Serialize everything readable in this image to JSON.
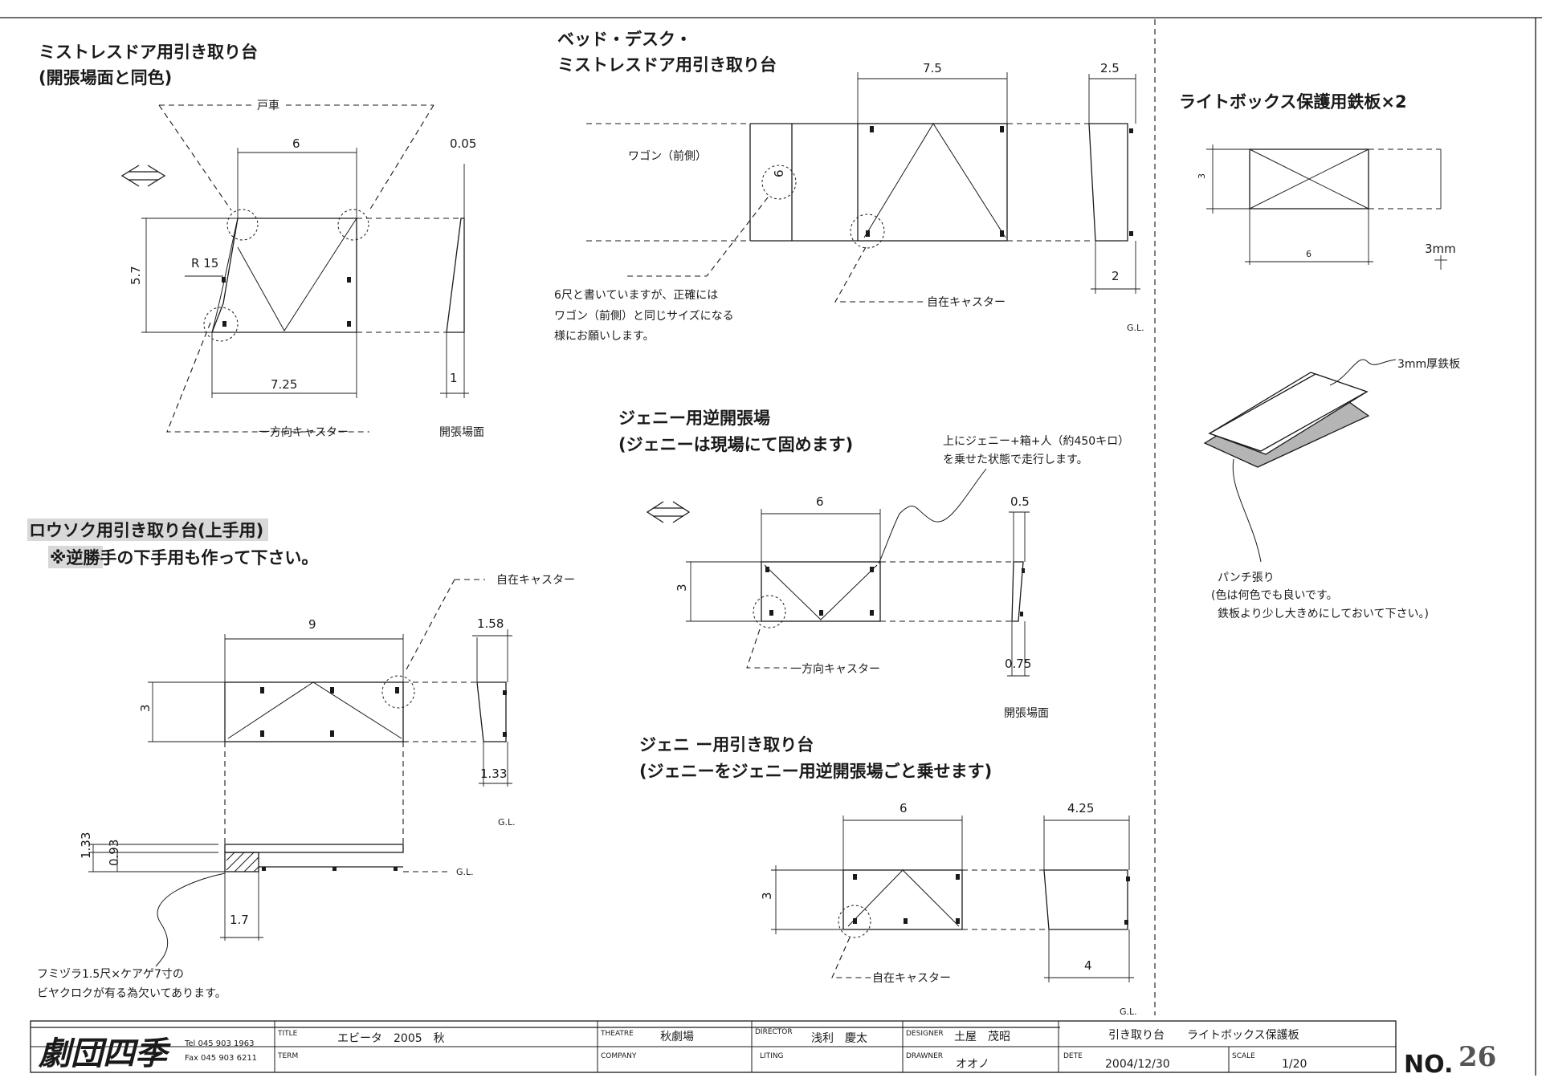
{
  "sections": {
    "mistress": {
      "title_line1": "ミストレスドア用引き取り台",
      "title_line2": "(開張場面と同色)",
      "label_door_car": "戸車",
      "dim_top": "6",
      "dim_height": "5.7",
      "dim_bottom": "7.25",
      "dim_radius": "R 15",
      "dim_side_top": "0.05",
      "dim_side_bottom": "1",
      "label_caster": "一方向キャスター",
      "label_open_scene": "開張場面"
    },
    "bed_desk": {
      "title_line1": "ベッド・デスク・",
      "title_line2": "ミストレスドア用引き取り台",
      "dim_top": "7.5",
      "dim_side_top": "2.5",
      "dim_side_bottom": "2",
      "label_wagon": "ワゴン（前側）",
      "dim_circle": "6",
      "note_line1": "6尺と書いていますが、正確には",
      "note_line2": "ワゴン（前側）と同じサイズになる",
      "note_line3": "様にお願いします。",
      "label_caster": "自在キャスター",
      "label_gl": "G.L."
    },
    "lightbox": {
      "title": "ライトボックス保護用鉄板×2",
      "dim_height": "3",
      "dim_width": "6",
      "dim_thickness": "3mm",
      "label_plate": "3mm厚鉄板",
      "note_line1": "パンチ張り",
      "note_line2": "(色は何色でも良いです。",
      "note_line3": "鉄板より少し大きめにしておいて下さい。)"
    },
    "candle": {
      "title_line1": "ロウソク用引き取り台(上手用)",
      "title_line2": "※逆勝手の下手用も作って下さい。",
      "label_caster": "自在キャスター",
      "dim_top": "9",
      "dim_height": "3",
      "dim_side_top": "1.58",
      "dim_side_bottom": "1.33",
      "label_gl": "G.L.",
      "dim_left_outer": "1.33",
      "dim_left_inner": "0.93",
      "dim_notch": "1.7",
      "note_line1": "フミヅラ1.5尺×ケアゲ7寸の",
      "note_line2": "ビヤクロクが有る為欠いてあります。"
    },
    "jenny_rev": {
      "title_line1": "ジェニー用逆開張場",
      "title_line2": "(ジェニーは現場にて固めます)",
      "note_line1": "上にジェニー+箱+人（約450キロ）",
      "note_line2": "を乗せた状態で走行します。",
      "dim_top": "6",
      "dim_height": "3",
      "dim_side_top": "0.5",
      "dim_side_bottom": "0.75",
      "label_caster": "一方向キャスター",
      "label_open_scene": "開張場面"
    },
    "jenny_pull": {
      "title_line1": "ジェニ ー用引き取り台",
      "title_line2": "(ジェニーをジェニー用逆開張場ごと乗せます)",
      "dim_top": "6",
      "dim_height": "3",
      "dim_side_top": "4.25",
      "dim_side_bottom": "4",
      "label_caster": "自在キャスター",
      "label_gl": "G.L."
    }
  },
  "title_block": {
    "company_logo": "劇団四季",
    "tel": "Tel 045 903 1963",
    "fax": "Fax 045 903 6211",
    "title_label": "TITLE",
    "title_value": "エビータ　2005　秋",
    "term_label": "TERM",
    "theatre_label": "THEATRE",
    "theatre_value": "秋劇場",
    "company_label": "COMPANY",
    "director_label": "DIRECTOR",
    "director_value": "浅利　慶太",
    "liting_label": "LITING",
    "designer_label": "DESIGNER",
    "designer_value": "土屋　茂昭",
    "drawner_label": "DRAWNER",
    "drawner_value": "オオノ",
    "drawing_title": "引き取り台　　ライトボックス保護板",
    "date_label": "DETE",
    "date_value": "2004/12/30",
    "scale_label": "SCALE",
    "scale_value": "1/20",
    "no_label": "NO.",
    "no_value": "26"
  }
}
